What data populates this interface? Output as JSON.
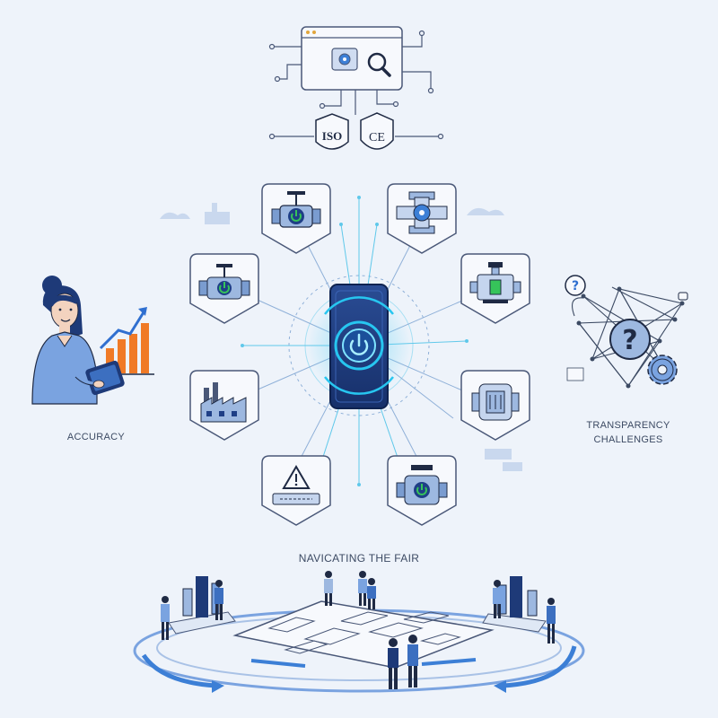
{
  "labels": {
    "accuracy": "ACCURACY",
    "transparency_line1": "TRANSPARENCY",
    "transparency_line2": "CHALLENGES",
    "navigating": "NAVICATING THE FAIR"
  },
  "badges": {
    "iso": "ISO",
    "ce": "CE"
  },
  "hex_nodes": [
    {
      "name": "valve-power-top",
      "icon": "valve-power-icon"
    },
    {
      "name": "pipe-gear",
      "icon": "pipe-gear-icon"
    },
    {
      "name": "valve-power-left",
      "icon": "valve-power-icon"
    },
    {
      "name": "pump-right",
      "icon": "pump-icon"
    },
    {
      "name": "factory",
      "icon": "factory-icon"
    },
    {
      "name": "tank-right",
      "icon": "tank-icon"
    },
    {
      "name": "warning-pipe",
      "icon": "warning-icon"
    },
    {
      "name": "valve-power-bottom",
      "icon": "valve-power-icon"
    }
  ],
  "icons": {
    "search": "magnifier-icon",
    "gear": "gear-icon",
    "question": "question-mark-icon",
    "chart": "bar-chart-icon",
    "tablet": "tablet-icon"
  },
  "colors": {
    "background": "#eef3fa",
    "outline": "#4a5878",
    "accent_blue": "#3c7fd6",
    "cyan_glow": "#27c6f0",
    "device_navy": "#1e3a78",
    "power_green": "#36c45a",
    "chart_orange": "#f07a26"
  }
}
